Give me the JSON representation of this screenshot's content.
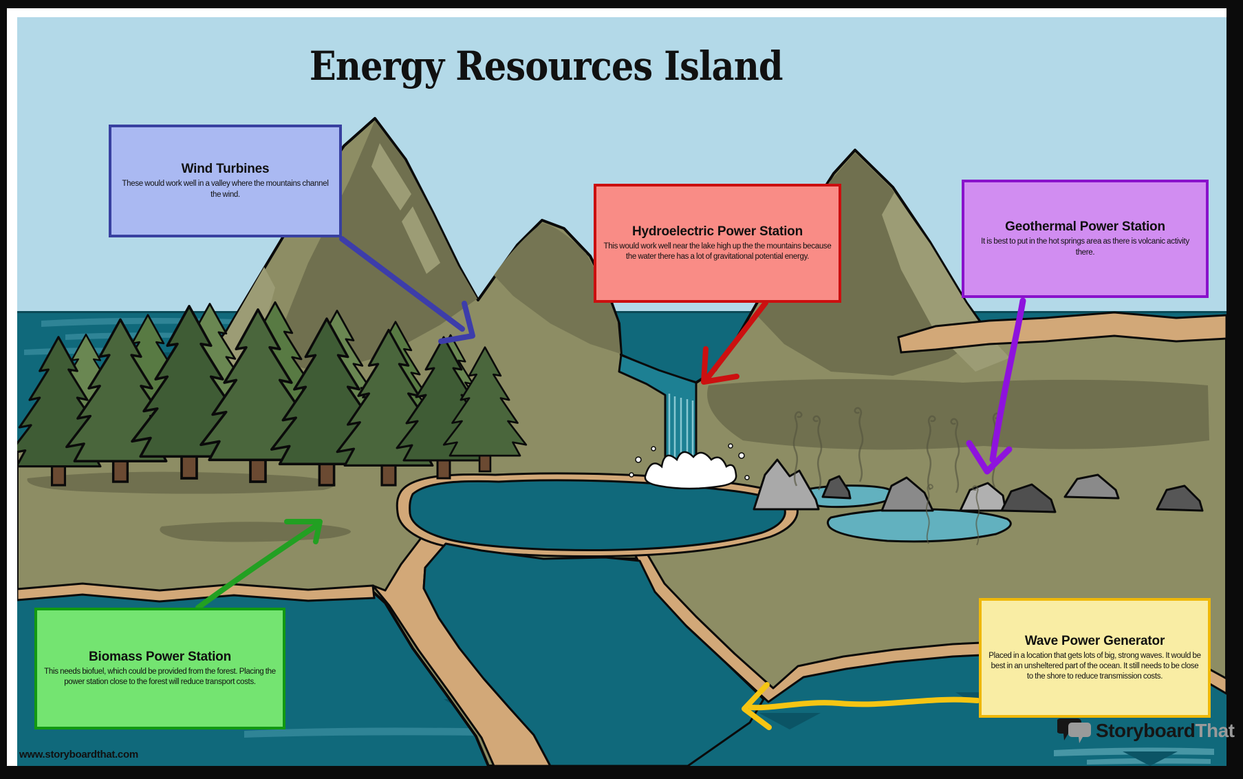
{
  "poster": {
    "title": "Energy Resources Island",
    "watermark": "www.storyboardthat.com",
    "logo_black": "Storyboard",
    "logo_gray": "That"
  },
  "callouts": [
    {
      "id": "wind",
      "title": "Wind Turbines",
      "body": "These would work well in a valley where the mountains channel the wind.",
      "fill": "#aab9f2",
      "border": "#3840a0",
      "arrow_color": "#3d3daa",
      "points_to": "valley between the mountains"
    },
    {
      "id": "hydroelectric",
      "title": "Hydroelectric Power Station",
      "body": "This would work well near the lake high up the the mountains because the water there has a lot of gravitational potential energy.",
      "fill": "#f98c86",
      "border": "#cb0f0f",
      "arrow_color": "#cc1010",
      "points_to": "waterfall"
    },
    {
      "id": "geothermal",
      "title": "Geothermal Power Station",
      "body": "It is best to put in the hot springs area as there is volcanic activity there.",
      "fill": "#d18df1",
      "border": "#8912cb",
      "arrow_color": "#8e12dd",
      "points_to": "hot springs"
    },
    {
      "id": "biomass",
      "title": "Biomass Power Station",
      "body": "This needs biofuel, which could be provided from the forest. Placing the power station close to the forest will reduce transport costs.",
      "fill": "#74e471",
      "border": "#119911",
      "arrow_color": "#22a022",
      "points_to": "forest"
    },
    {
      "id": "wave",
      "title": "Wave Power Generator",
      "body": "Placed in a location that gets lots of big, strong waves. It would be best in an unsheltered part of the ocean. It still needs to be close to the shore to reduce transmission costs.",
      "fill": "#f9eda4",
      "border": "#efb80a",
      "arrow_color": "#f6c513",
      "points_to": "ocean near the shore"
    }
  ],
  "scene_colors": {
    "sky": "#b3d9e8",
    "ocean": "#10697b",
    "ocean_wave_dark": "#0b5465",
    "ocean_streak": "#2f8496",
    "land": "#8d8d64",
    "land_shadow": "#70704f",
    "mountain_light": "#9c9c75",
    "sand": "#d2a878",
    "water": "#10697b",
    "hot_spring_pool": "#62b1bf",
    "waterfall": "#1d8093",
    "tree_dark": "#3f5c35",
    "tree_mid": "#4a663c",
    "tree_light": "#6a8752",
    "rock_light": "#a9a9a9",
    "rock_mid": "#808080",
    "rock_dark": "#565656",
    "frame": "#0b0b0b",
    "page": "#ffffff",
    "logo_black": "#161616",
    "logo_gray": "#9a9a9a"
  }
}
